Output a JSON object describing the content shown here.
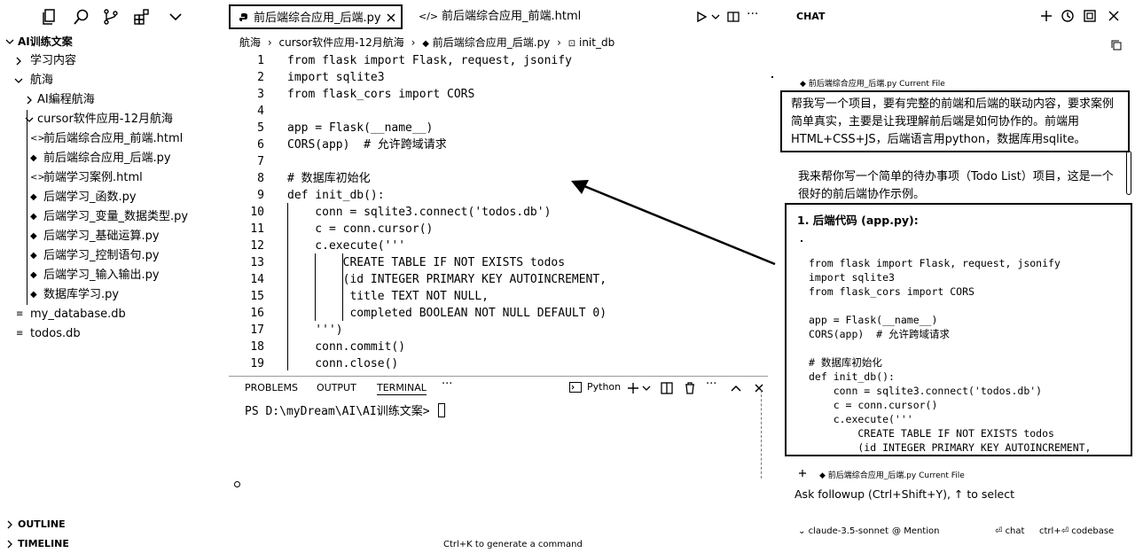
{
  "explorer": {
    "root_label": "AI训练文案",
    "items": [
      {
        "label": "学习内容",
        "kind": "folder-closed",
        "depth": 1
      },
      {
        "label": "航海",
        "kind": "folder-open",
        "depth": 1
      },
      {
        "label": "AI編程航海",
        "kind": "folder-closed",
        "depth": 2
      },
      {
        "label": "cursor软件应用-12月航海",
        "kind": "folder-open",
        "depth": 2
      },
      {
        "label": "前后端综合应用_前端.html",
        "kind": "html",
        "depth": 3
      },
      {
        "label": "前后端综合应用_后端.py",
        "kind": "py",
        "depth": 3
      },
      {
        "label": "前端学习案例.html",
        "kind": "html",
        "depth": 3
      },
      {
        "label": "后端学习_函数.py",
        "kind": "py",
        "depth": 3
      },
      {
        "label": "后端学习_变量_数据类型.py",
        "kind": "py",
        "depth": 3
      },
      {
        "label": "后端学习_基础运算.py",
        "kind": "py",
        "depth": 3
      },
      {
        "label": "后端学习_控制语句.py",
        "kind": "py",
        "depth": 3
      },
      {
        "label": "后端学习_输入输出.py",
        "kind": "py",
        "depth": 3
      },
      {
        "label": "数据库学习.py",
        "kind": "py",
        "depth": 3
      },
      {
        "label": "my_database.db",
        "kind": "db",
        "depth": 1
      },
      {
        "label": "todos.db",
        "kind": "db",
        "depth": 1
      }
    ],
    "outline_label": "OUTLINE",
    "timeline_label": "TIMELINE"
  },
  "editor": {
    "tabs": [
      {
        "label": "前后端综合应用_后端.py",
        "active": true
      },
      {
        "label": "前后端综合应用_前端.html",
        "active": false
      }
    ],
    "breadcrumb": [
      "航海",
      "cursor软件应用-12月航海",
      "前后端综合应用_后端.py",
      "init_db"
    ],
    "code_lines": [
      "from flask import Flask, request, jsonify",
      "import sqlite3",
      "from flask_cors import CORS",
      "",
      "app = Flask(__name__)",
      "CORS(app)  # 允许跨域请求",
      "",
      "# 数据库初始化",
      "def init_db():",
      "    conn = sqlite3.connect('todos.db')",
      "    c = conn.cursor()",
      "    c.execute('''",
      "        CREATE TABLE IF NOT EXISTS todos",
      "        (id INTEGER PRIMARY KEY AUTOINCREMENT,",
      "         title TEXT NOT NULL,",
      "         completed BOOLEAN NOT NULL DEFAULT 0)",
      "    ''')",
      "    conn.commit()",
      "    conn.close()"
    ]
  },
  "panel": {
    "tabs": [
      "PROBLEMS",
      "OUTPUT",
      "TERMINAL"
    ],
    "active_tab": "TERMINAL",
    "more": "···",
    "shell": "Python",
    "terminal_prompt": "PS D:\\myDream\\AI\\AI训练文案> ",
    "hint": "Ctrl+K to generate a command"
  },
  "chat": {
    "title": "CHAT",
    "context_chip": {
      "file": "前后端综合应用_后端.py",
      "tag": "Current File"
    },
    "user_message": "帮我写一个项目，要有完整的前端和后端的联动内容，要求案例简单真实，主要是让我理解前后端是如何协作的。前端用HTML+CSS+JS，后端语言用python，数据库用sqlite。",
    "assistant_intro": "我来帮你写一个简单的待办事项（Todo List）项目，这是一个很好的前后端协作示例。",
    "section_heading": "1. 后端代码 (app.py):",
    "code_lines": [
      "from flask import Flask, request, jsonify",
      "import sqlite3",
      "from flask_cors import CORS",
      "",
      "app = Flask(__name__)",
      "CORS(app)  # 允许跨域请求",
      "",
      "# 数据库初始化",
      "def init_db():",
      "    conn = sqlite3.connect('todos.db')",
      "    c = conn.cursor()",
      "    c.execute('''",
      "        CREATE TABLE IF NOT EXISTS todos",
      "        (id INTEGER PRIMARY KEY AUTOINCREMENT,"
    ],
    "input_placeholder": "Ask followup (Ctrl+Shift+Y), ↑ to select",
    "footer": {
      "model": "claude-3.5-sonnet",
      "mention": "Mention",
      "chat_shortcut": "chat",
      "codebase_shortcut": "ctrl+⏎ codebase"
    }
  }
}
